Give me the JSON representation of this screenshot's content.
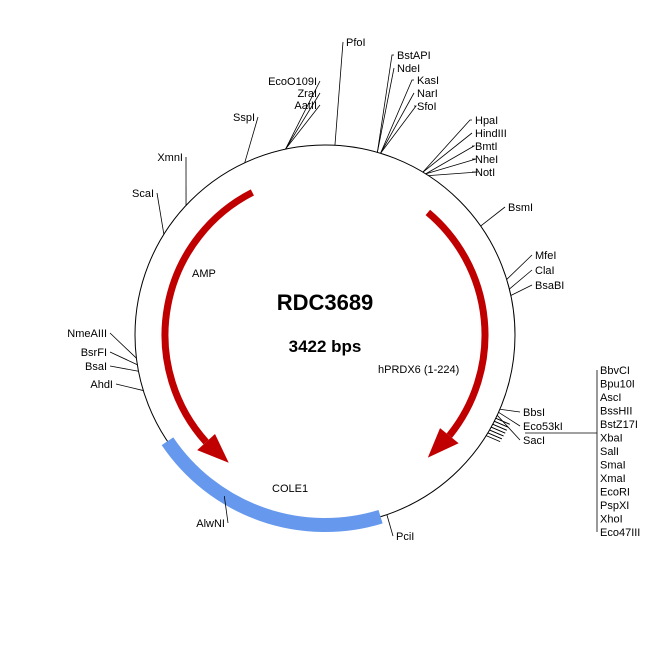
{
  "plasmid": {
    "name": "RDC3689",
    "size_label": "3422 bps",
    "total_bp": 3422
  },
  "colors": {
    "backbone": "#000000",
    "arrow_feature": "#c00000",
    "ori_feature": "#6699ee"
  },
  "features": [
    {
      "name": "AMP",
      "type": "arrow",
      "start_deg": 333,
      "end_deg": 217,
      "direction": "ccw",
      "color": "#c00000"
    },
    {
      "name": "hPRDX6 (1-224)",
      "type": "arrow",
      "start_deg": 40,
      "end_deg": 140,
      "direction": "cw",
      "color": "#c00000"
    },
    {
      "name": "COLE1",
      "type": "block",
      "start_deg": 163,
      "end_deg": 236,
      "color": "#6699ee"
    }
  ],
  "sites": [
    {
      "name": "PfoI",
      "deg": 3
    },
    {
      "name": "EcoO109I",
      "deg": 348
    },
    {
      "name": "ZraI",
      "deg": 348
    },
    {
      "name": "AatII",
      "deg": 348
    },
    {
      "name": "SspI",
      "deg": 335
    },
    {
      "name": "BstAPI",
      "deg": 16
    },
    {
      "name": "NdeI",
      "deg": 16
    },
    {
      "name": "KasI",
      "deg": 17
    },
    {
      "name": "NarI",
      "deg": 17
    },
    {
      "name": "SfoI",
      "deg": 17
    },
    {
      "name": "HpaI",
      "deg": 31
    },
    {
      "name": "HindIII",
      "deg": 31
    },
    {
      "name": "BmtI",
      "deg": 32
    },
    {
      "name": "NheI",
      "deg": 32
    },
    {
      "name": "NotI",
      "deg": 33
    },
    {
      "name": "BsmI",
      "deg": 55
    },
    {
      "name": "MfeI",
      "deg": 73
    },
    {
      "name": "ClaI",
      "deg": 76
    },
    {
      "name": "BsaBI",
      "deg": 78
    },
    {
      "name": "BbsI",
      "deg": 113
    },
    {
      "name": "Eco53kI",
      "deg": 114
    },
    {
      "name": "SacI",
      "deg": 115
    },
    {
      "name": "BbvCI",
      "deg": 116
    },
    {
      "name": "Bpu10I",
      "deg": 116
    },
    {
      "name": "AscI",
      "deg": 117
    },
    {
      "name": "BssHII",
      "deg": 117
    },
    {
      "name": "BstZ17I",
      "deg": 118
    },
    {
      "name": "XbaI",
      "deg": 118
    },
    {
      "name": "SalI",
      "deg": 119
    },
    {
      "name": "SmaI",
      "deg": 119
    },
    {
      "name": "XmaI",
      "deg": 120
    },
    {
      "name": "EcoRI",
      "deg": 120
    },
    {
      "name": "PspXI",
      "deg": 121
    },
    {
      "name": "XhoI",
      "deg": 121
    },
    {
      "name": "Eco47III",
      "deg": 122
    },
    {
      "name": "PciI",
      "deg": 161
    },
    {
      "name": "AlwNI",
      "deg": 212
    },
    {
      "name": "AhdI",
      "deg": 253
    },
    {
      "name": "BsaI",
      "deg": 259
    },
    {
      "name": "BsrFI",
      "deg": 261
    },
    {
      "name": "NmeAIII",
      "deg": 263
    },
    {
      "name": "ScaI",
      "deg": 302
    },
    {
      "name": "XmnI",
      "deg": 313
    }
  ]
}
